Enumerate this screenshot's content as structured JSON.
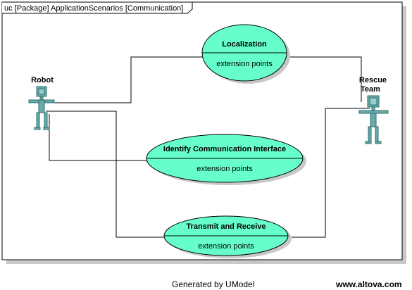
{
  "frame": {
    "label": "uc [Package] ApplicationScenarios [Communication]"
  },
  "actors": {
    "robot": {
      "name": "Robot"
    },
    "rescue_team": {
      "name_lines": [
        "Rescue",
        "Team"
      ]
    }
  },
  "use_cases": {
    "localization": {
      "name": "Localization",
      "compartment": "extension points"
    },
    "identify_interface": {
      "name": "Identify Communication Interface",
      "compartment": "extension points"
    },
    "transmit_receive": {
      "name": "Transmit and Receive",
      "compartment": "extension points"
    }
  },
  "footer": {
    "generator": "Generated by UModel",
    "website": "www.altova.com"
  },
  "colors": {
    "use_case_fill": "#66ffcc",
    "actor_fill": "#66aaaa",
    "actor_stroke": "#2f6f6f",
    "line": "#000000",
    "shadow": "#c8c8c8"
  }
}
